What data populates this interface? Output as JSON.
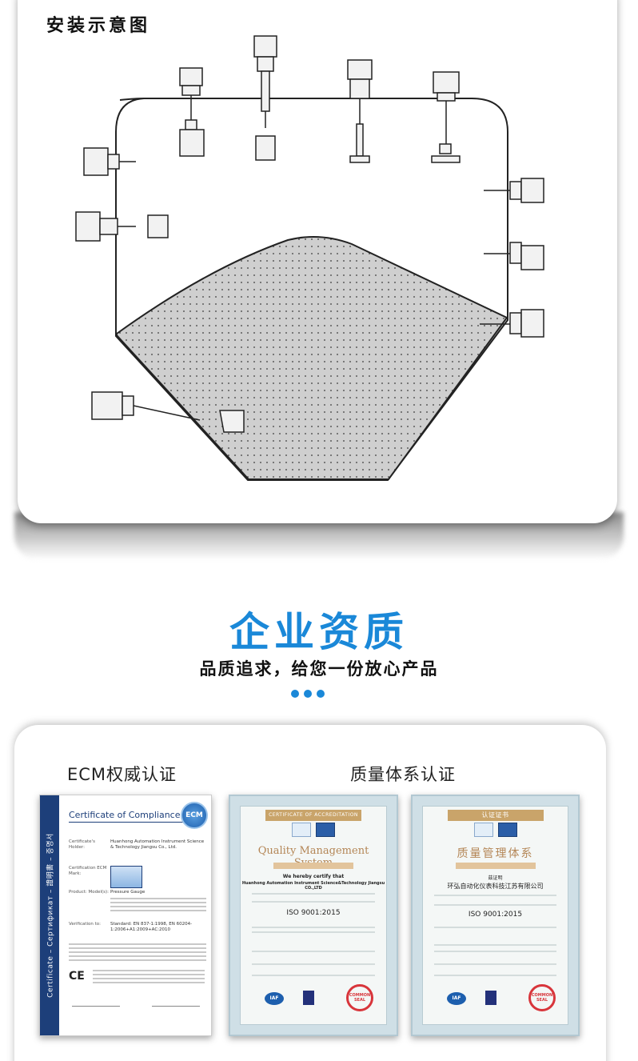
{
  "top_section": {
    "title": "安装示意图"
  },
  "heading": {
    "title": "企业资质",
    "subtitle": "品质追求，给您一份放心产品"
  },
  "certs_section": {
    "caption_left": "ECM权威认证",
    "caption_right": "质量体系认证",
    "ecm": {
      "side_text": "Certificate – Сертификат – 證明書 – 증명서",
      "title": "Certificate of Compliance",
      "logo": "ECM",
      "holder_label": "Certificate's Holder:",
      "holder_value": "Huanhong Automation Instrument Science & Technology Jiangsu Co., Ltd.",
      "mark_label": "Certification ECM Mark:",
      "product_label": "Product: Model(s):",
      "product_value": "Pressure Gauge",
      "verification_label": "Verification to:",
      "verification_value": "Standard: EN 837-1:1998, EN 60204-1:2006+A1:2009+AC:2010",
      "ce_mark": "CE"
    },
    "quality_en": {
      "ribbon": "CERTIFICATE OF ACCREDITATION",
      "title": "Quality Management System",
      "certify": "We hereby certify that",
      "company": "Huanhong Automation Instrument Science&Technology Jiangsu CO.,LTD",
      "standard": "ISO 9001:2015",
      "iaf": "IAF",
      "seal": "COMMON SEAL"
    },
    "quality_cn": {
      "ribbon": "认证证书",
      "title": "质量管理体系",
      "certify": "兹证明",
      "company": "环弘自动化仪表科技江苏有限公司",
      "standard": "ISO 9001:2015",
      "iaf": "IAF",
      "seal": "COMMON SEAL"
    }
  },
  "colors": {
    "accent_blue": "#1a88d8",
    "fill_gray": "#cfcfcf",
    "seal_red": "#d8353b",
    "ribbon_gold": "#c9a46a"
  }
}
